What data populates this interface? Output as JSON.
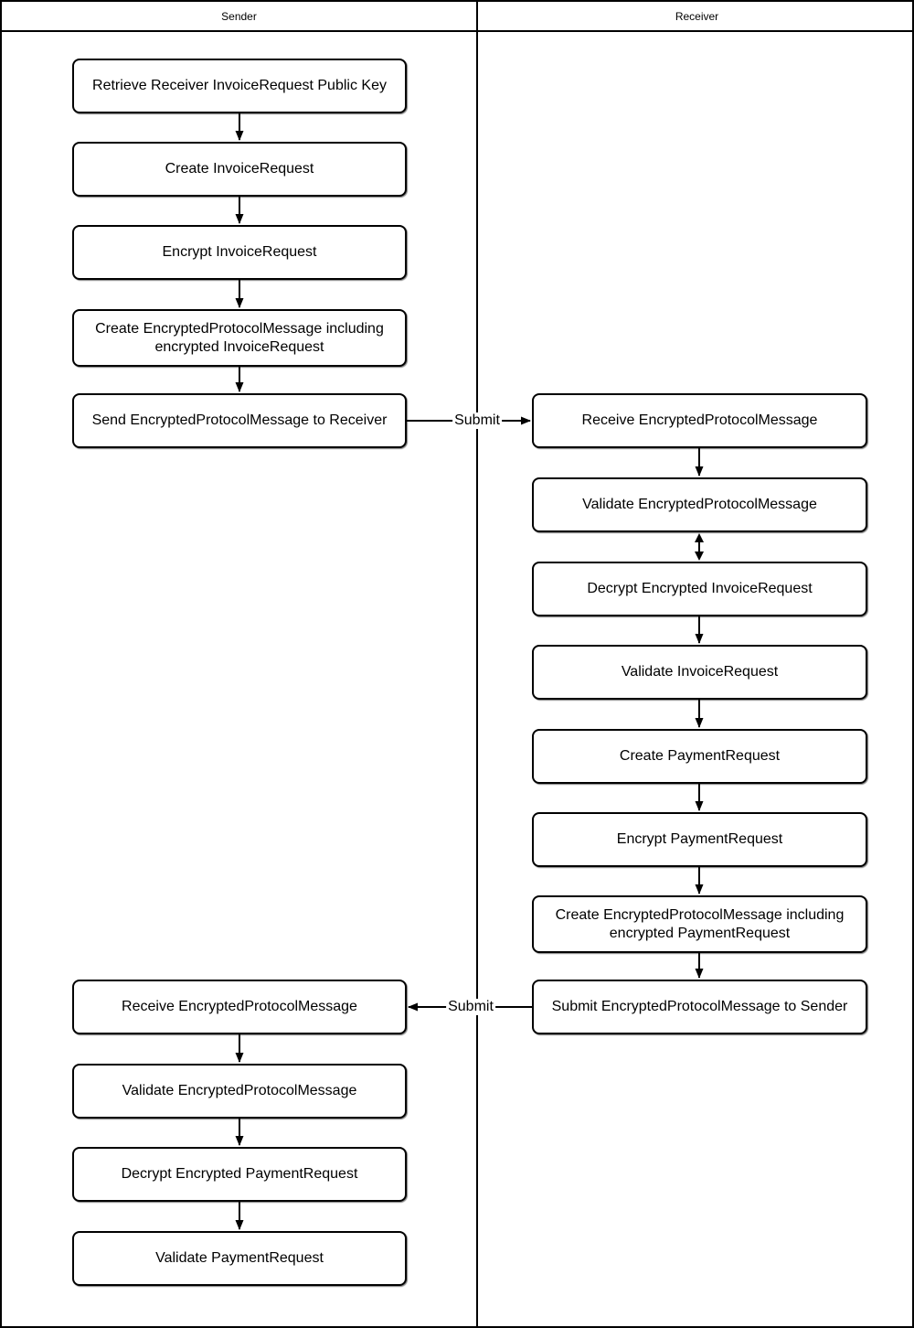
{
  "diagram": {
    "lanes": [
      {
        "title": "Sender",
        "nodes": [
          "Retrieve Receiver InvoiceRequest Public Key",
          "Create InvoiceRequest",
          "Encrypt InvoiceRequest",
          "Create EncryptedProtocolMessage including encrypted InvoiceRequest",
          "Send EncryptedProtocolMessage to Receiver",
          "Receive EncryptedProtocolMessage",
          "Validate EncryptedProtocolMessage",
          "Decrypt Encrypted PaymentRequest",
          "Validate PaymentRequest"
        ]
      },
      {
        "title": "Receiver",
        "nodes": [
          "Receive EncryptedProtocolMessage",
          "Validate EncryptedProtocolMessage",
          "Decrypt Encrypted InvoiceRequest",
          "Validate InvoiceRequest",
          "Create PaymentRequest",
          "Encrypt PaymentRequest",
          "Create EncryptedProtocolMessage including encrypted PaymentRequest",
          "Submit EncryptedProtocolMessage to Sender"
        ]
      }
    ],
    "edge_labels": {
      "submit_to_receiver": "Submit",
      "submit_to_sender": "Submit"
    },
    "colors": {
      "line": "#000000",
      "box_fill": "#ffffff",
      "background": "#ffffff"
    }
  }
}
